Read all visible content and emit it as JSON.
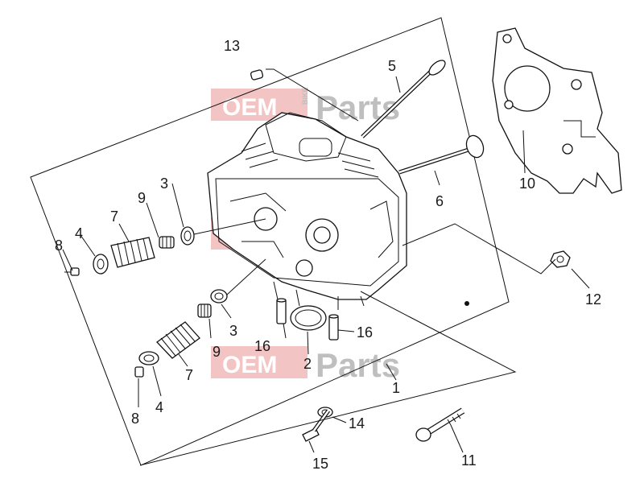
{
  "watermark": {
    "brand_left": "OEM",
    "brand_right": "Parts",
    "brand_small": "BIKE",
    "color_red": "#e05a5a",
    "color_gray": "#b5b5b5"
  },
  "callouts": {
    "n1": "1",
    "n2": "2",
    "n3a": "3",
    "n3b": "3",
    "n4a": "4",
    "n4b": "4",
    "n5": "5",
    "n6": "6",
    "n7a": "7",
    "n7b": "7",
    "n8a": "8",
    "n8b": "8",
    "n9a": "9",
    "n9b": "9",
    "n10": "10",
    "n11": "11",
    "n12": "12",
    "n13": "13",
    "n14": "14",
    "n15": "15",
    "n16a": "16",
    "n16b": "16"
  }
}
